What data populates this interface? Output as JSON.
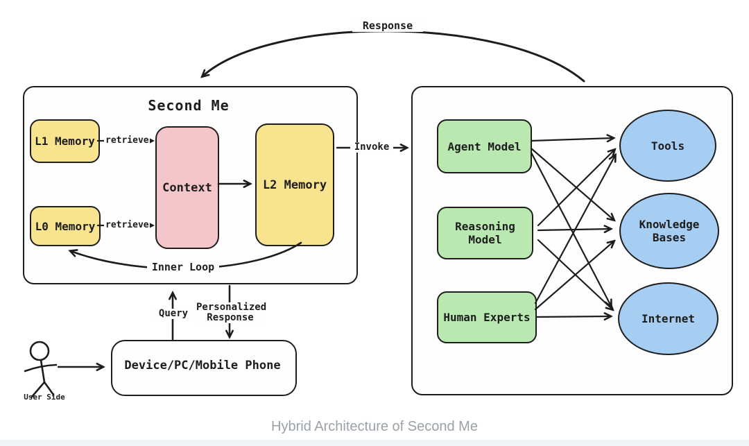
{
  "colors": {
    "ink": "#1d1d1d",
    "memory_yellow": "#f8e38f",
    "context_pink": "#f4c6ca",
    "model_green": "#b9e9b0",
    "resource_blue": "#a6cdf2",
    "caption_gray": "#9aa1a9"
  },
  "second_me": {
    "title": "Second Me",
    "l1_memory": "L1 Memory",
    "l0_memory": "L0 Memory",
    "context": "Context",
    "l2_memory": "L2 Memory",
    "retrieve_top": "retrieve",
    "retrieve_bottom": "retrieve",
    "inner_loop": "Inner Loop"
  },
  "external": {
    "models": [
      "Agent Model",
      "Reasoning Model",
      "Human Experts"
    ],
    "resources": [
      "Tools",
      "Knowledge Bases",
      "Internet"
    ]
  },
  "flows": {
    "response": "Response",
    "invoke": "Invoke",
    "query": "Query",
    "personalized_response": "Personalized Response"
  },
  "user_side": {
    "label": "User Side",
    "device": "Device/PC/Mobile Phone"
  },
  "caption": "Hybrid Architecture of Second Me"
}
